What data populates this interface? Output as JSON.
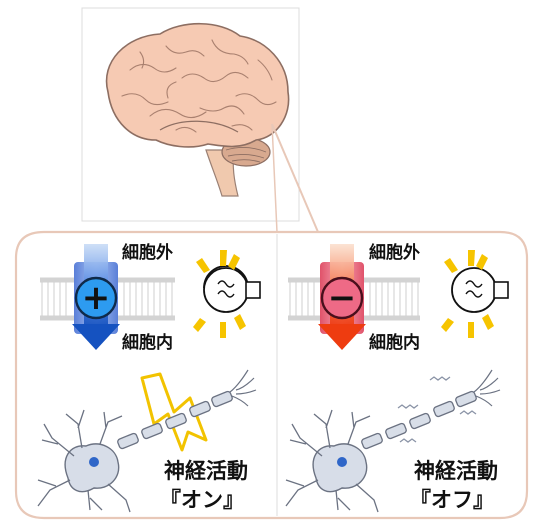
{
  "panels": [
    {
      "id": "on",
      "outside_label": "細胞外",
      "inside_label": "細胞内",
      "ion_symbol": "+",
      "activity_line1": "神経活動",
      "activity_line2": "『オン』",
      "ion_color": "#2d9bf0",
      "arrow_color": "#1a5fc8"
    },
    {
      "id": "off",
      "outside_label": "細胞外",
      "inside_label": "細胞内",
      "ion_symbol": "−",
      "activity_line1": "神経活動",
      "activity_line2": "『オフ』",
      "ion_color": "#ee6a86",
      "arrow_color": "#f0451c"
    }
  ],
  "icons": [
    "brain-illustration",
    "light-bulb-icon",
    "lightning-bolt-icon",
    "neuron-icon",
    "ion-channel-icon"
  ]
}
